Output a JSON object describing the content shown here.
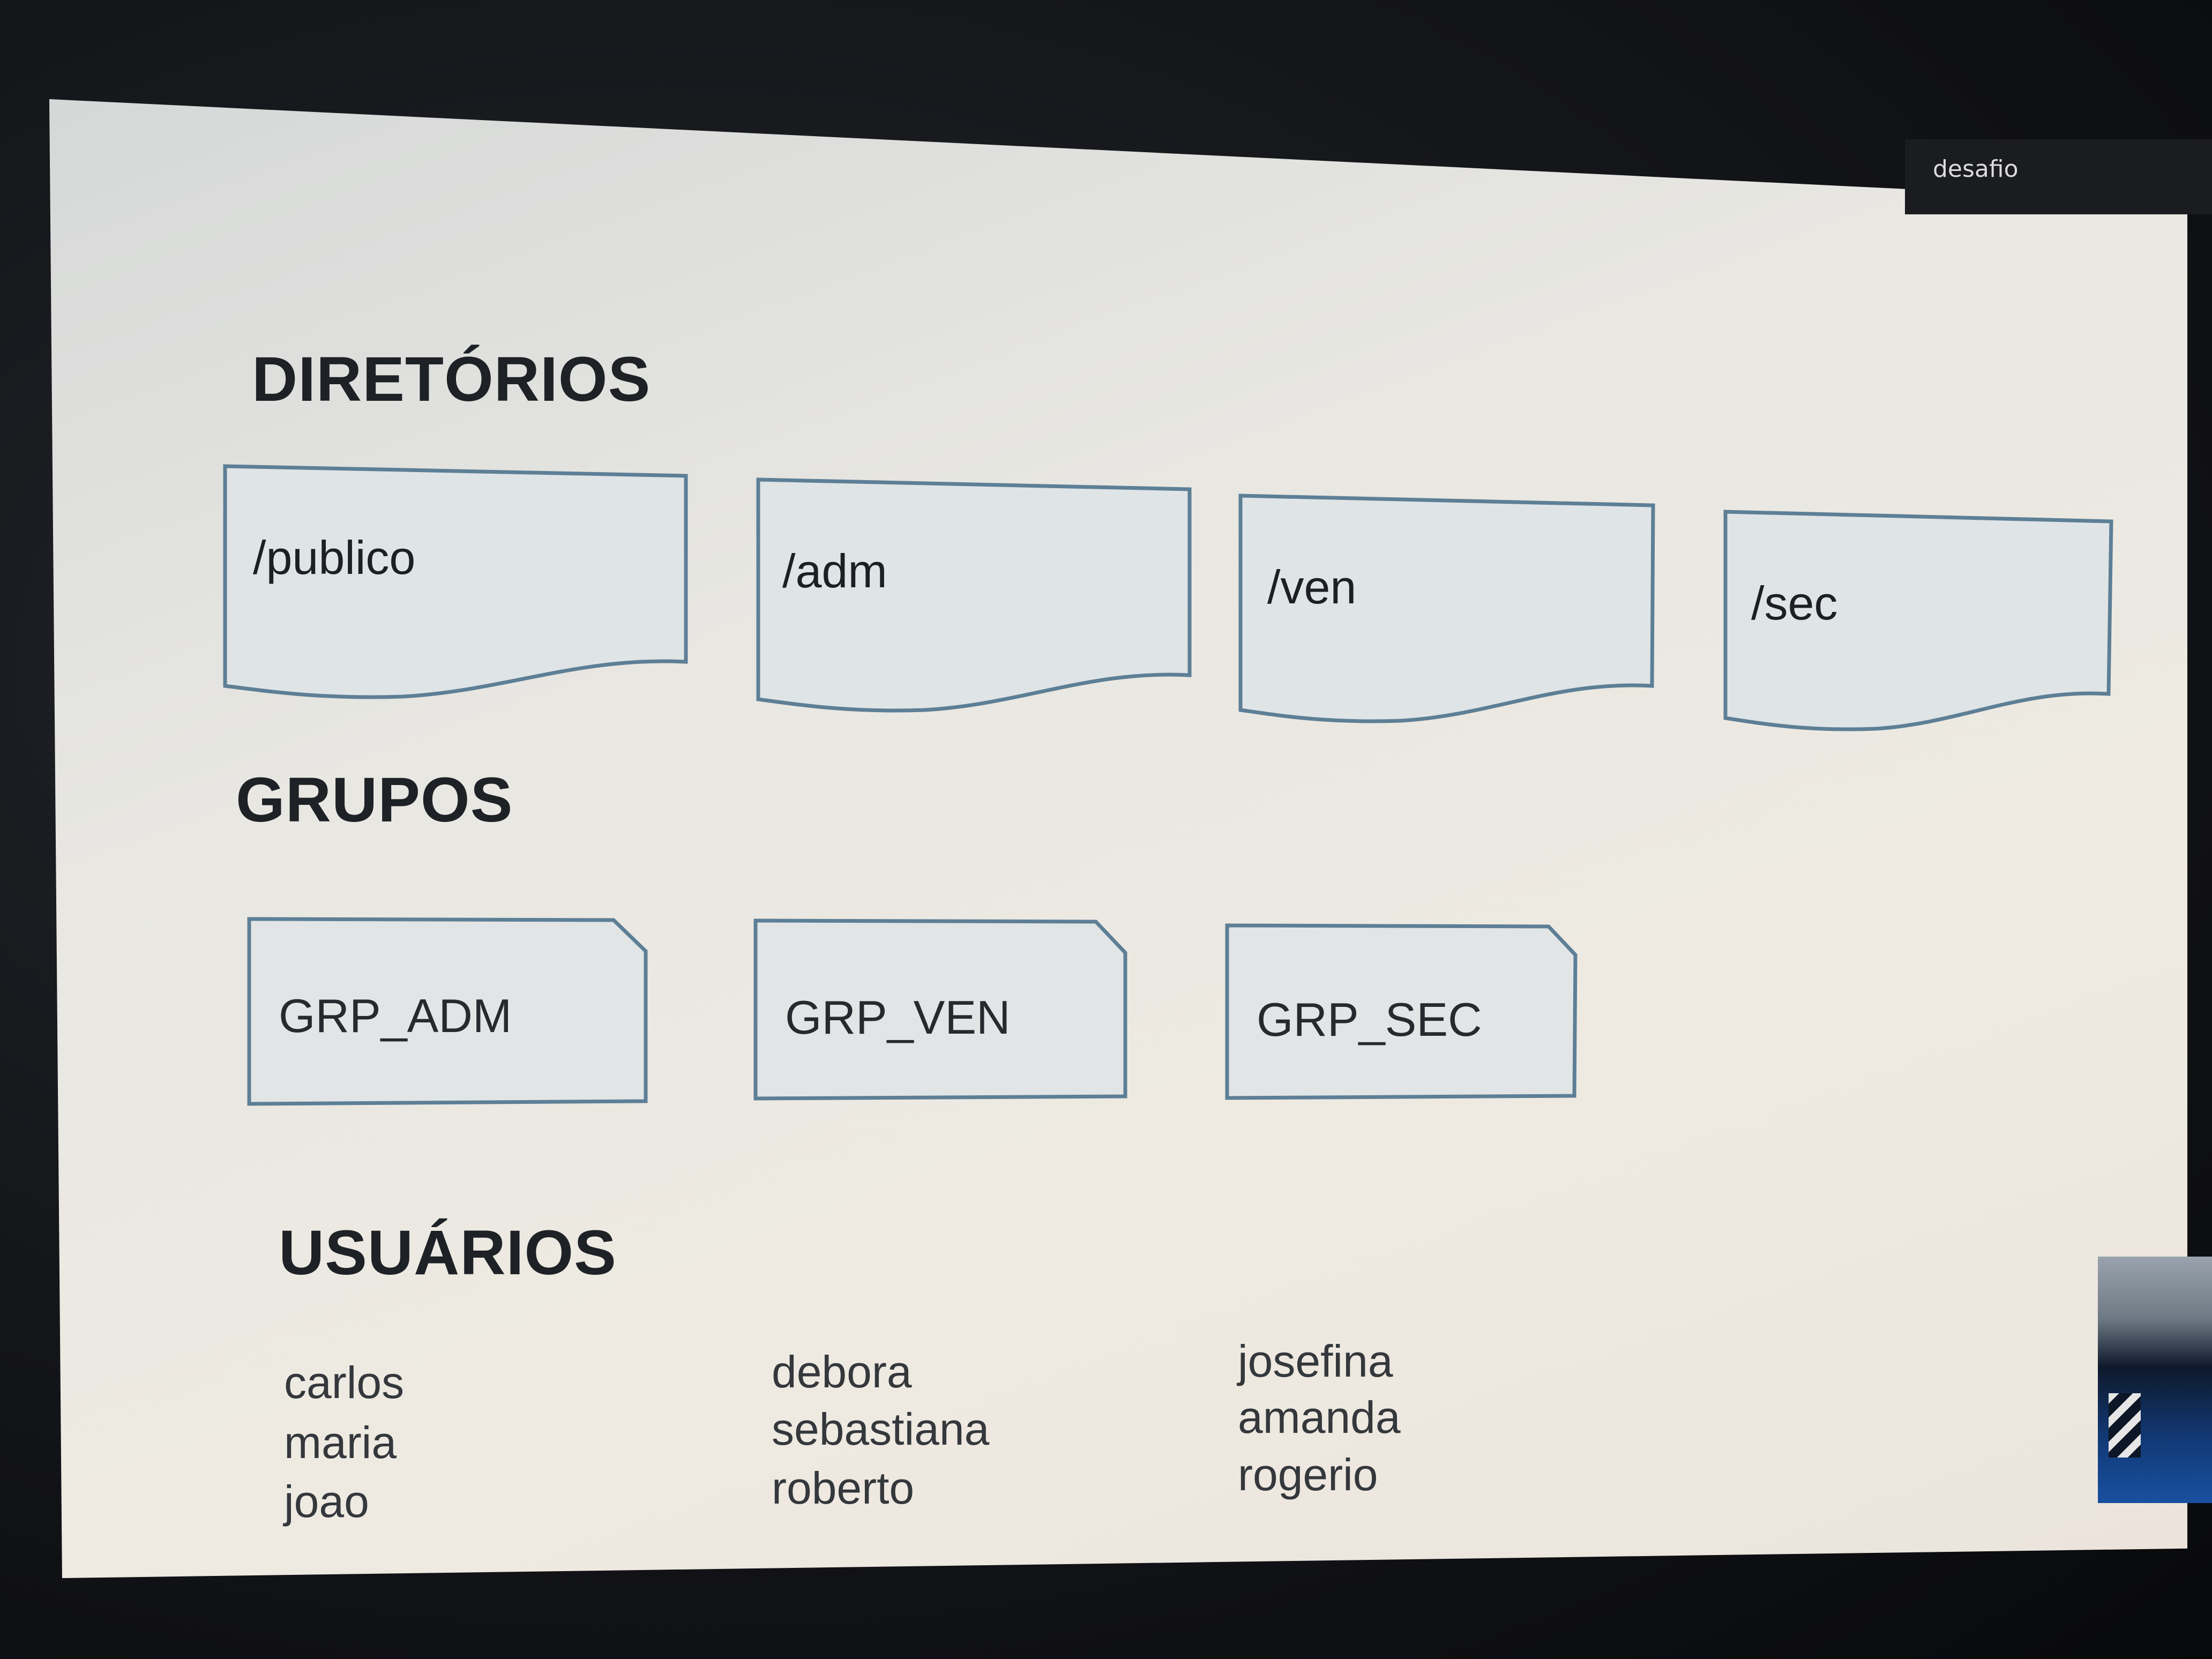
{
  "meeting_title": "desafio",
  "sections": {
    "directories": {
      "heading": "DIRETÓRIOS",
      "items": [
        "/publico",
        "/adm",
        "/ven",
        "/sec"
      ]
    },
    "groups": {
      "heading": "GRUPOS",
      "items": [
        "GRP_ADM",
        "GRP_VEN",
        "GRP_SEC"
      ]
    },
    "users": {
      "heading": "USUÁRIOS",
      "columns": [
        [
          "carlos",
          "maria",
          "joao"
        ],
        [
          "debora",
          "sebastiana",
          "roberto"
        ],
        [
          "josefina",
          "amanda",
          "rogerio"
        ]
      ]
    }
  },
  "colors": {
    "box_border": "#5d7f96",
    "box_fill": "#dfe4e6",
    "heading_text": "#1e2226",
    "body_text": "#34383c"
  }
}
